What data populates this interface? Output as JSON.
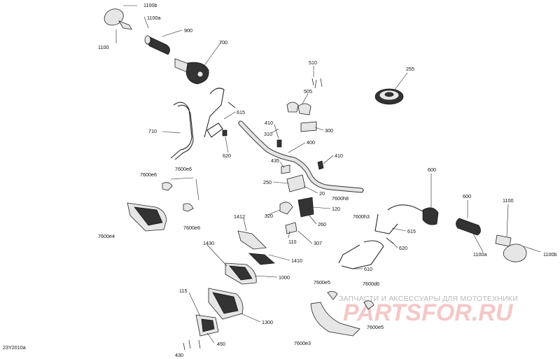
{
  "diagram": {
    "drawing_id": "23Y2010a",
    "callouts": [
      "1100b",
      "1100a",
      "900",
      "1100",
      "700",
      "255",
      "510",
      "505",
      "615",
      "710",
      "410",
      "310",
      "300",
      "620",
      "400",
      "410",
      "435",
      "250",
      "20",
      "600",
      "7600e6",
      "7600e6",
      "7600h8",
      "7600h3",
      "120",
      "600",
      "1100",
      "320",
      "260",
      "615",
      "7600e4",
      "7600e6",
      "1412",
      "110",
      "307",
      "620",
      "1430",
      "1410",
      "610",
      "1100a",
      "1100b",
      "1000",
      "7600e5",
      "7600d6",
      "115",
      "1300",
      "7600e5",
      "450",
      "7600e3",
      "430"
    ]
  },
  "watermark": {
    "tagline": "ЗАПЧАСТИ И АКСЕССУАРЫ ДЛЯ МОТОТЕХНИКИ",
    "logo": "PARTSFOR.RU",
    "colors": {
      "tagline": "#b9b9b9",
      "logo": "#f4c8c8"
    }
  }
}
